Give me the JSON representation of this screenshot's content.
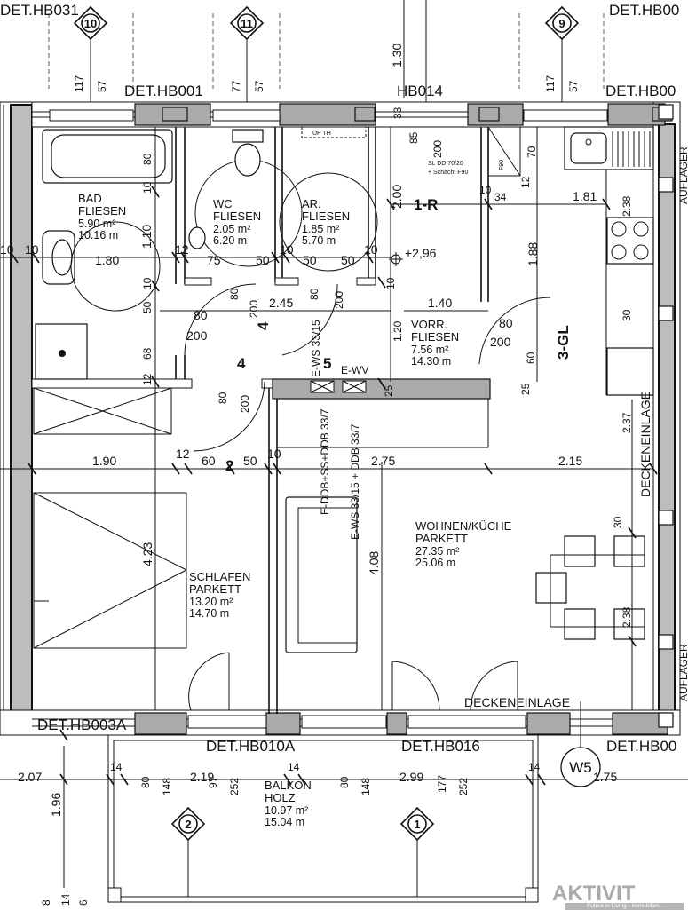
{
  "details": {
    "hb031": "DET.HB031",
    "hb001": "DET.HB001",
    "hb014": "HB014",
    "hb00_top": "DET.HB00",
    "hb003a": "DET.HB003A",
    "hb010a": "DET.HB010A",
    "hb016": "DET.HB016",
    "hb00_bottom": "DET.HB00"
  },
  "axes": [
    "10",
    "11",
    "9",
    "2",
    "1"
  ],
  "rooms": [
    {
      "id": "bad",
      "name": "BAD",
      "floor": "FLIESEN",
      "area": "5.90 m²",
      "perimeter": "10.16 m"
    },
    {
      "id": "wc",
      "name": "WC",
      "floor": "FLIESEN",
      "area": "2.05 m²",
      "perimeter": "6.20 m"
    },
    {
      "id": "ar",
      "name": "AR.",
      "floor": "FLIESEN",
      "area": "1.85 m²",
      "perimeter": "5.70 m"
    },
    {
      "id": "vorr",
      "name": "VORR.",
      "floor": "FLIESEN",
      "area": "7.56 m²",
      "perimeter": "14.30 m"
    },
    {
      "id": "schlafen",
      "name": "SCHLAFEN",
      "floor": "PARKETT",
      "area": "13.20 m²",
      "perimeter": "14.70 m"
    },
    {
      "id": "wohnen",
      "name": "WOHNEN/KÜCHE",
      "floor": "PARKETT",
      "area": "27.35 m²",
      "perimeter": "25.06 m"
    },
    {
      "id": "balkon",
      "name": "BALKON",
      "floor": "HOLZ",
      "area": "10.97 m²",
      "perimeter": "15.04 m"
    }
  ],
  "dims": {
    "d117a": "117",
    "d57a": "57",
    "d77": "77",
    "d57b": "57",
    "d117b": "117",
    "d57c": "57",
    "d130": "1.30",
    "d33": "33",
    "d85": "85",
    "d200v": "200",
    "d200b": "2.00",
    "d70": "70",
    "d12a": "12",
    "d10a": "10",
    "d34": "34",
    "d181": "1.81",
    "d238a": "2.38",
    "d80a": "80",
    "d10b": "10",
    "d110": "1.10",
    "d10c": "10",
    "d180": "1.80",
    "d12b": "12",
    "d75": "75",
    "d50a": "50",
    "d10d": "10",
    "d50b": "50",
    "d10e": "10",
    "d50c": "50",
    "d188": "1.88",
    "d10f": "10",
    "d50d": "50",
    "d80b": "80",
    "d200c": "200",
    "d80c": "80",
    "d200d": "200",
    "d80e": "80",
    "d245": "2.45",
    "d140": "1.40",
    "d10g": "10",
    "d200e": "200",
    "d80f": "80",
    "d120": "1.20",
    "d80g": "80",
    "d200f": "200",
    "d30a": "30",
    "d68": "68",
    "d60a": "60",
    "d12c": "12",
    "d80h": "80",
    "d200g": "200",
    "d25a": "25",
    "d25b": "25",
    "d237": "2.37",
    "d190": "1.90",
    "d12d": "12",
    "d60b": "60",
    "d50e": "50",
    "d10h": "10",
    "d275": "2.75",
    "d215": "2.15",
    "d423": "4.23",
    "d408": "4.08",
    "d30b": "30",
    "d238b": "2.38",
    "d196": "1.96",
    "d80i": "80",
    "d148a": "148",
    "d97": "97",
    "d252a": "252",
    "d80j": "80",
    "d148b": "148",
    "d177": "177",
    "d252b": "252",
    "d207": "2.07",
    "d14a": "14",
    "d219": "2.19",
    "d14b": "14",
    "d299": "2.99",
    "d14c": "14",
    "d175": "1.75",
    "d8": "8",
    "d14d": "14",
    "d6": "6"
  },
  "annotations": {
    "lev": "+2,96",
    "r1": "1-R",
    "gl3": "3-GL",
    "n4a": "4",
    "n4b": "4",
    "n5": "5",
    "n2": "2",
    "upth": "UP TH",
    "shaft1": "SL DD 70/20",
    "shaft2": "+ Schacht F90",
    "f90": "F90",
    "ews1": "E-WS 33/15",
    "ewv": "E-WV",
    "ews2": "E-WS 33/15 + DDB 33/7",
    "edob": "E-DDB+SS+DDB 33/7",
    "deckeneinlage_v": "DECKENEINLAGE",
    "deckeneinlage_h": "DECKENEINLAGE",
    "auflager1": "AUFLAGER",
    "auflager2": "AUFLAGER",
    "w5": "W5"
  },
  "logo": {
    "brand": "AKTIVIT",
    "slogan": "Future in Living - Immobilien."
  }
}
